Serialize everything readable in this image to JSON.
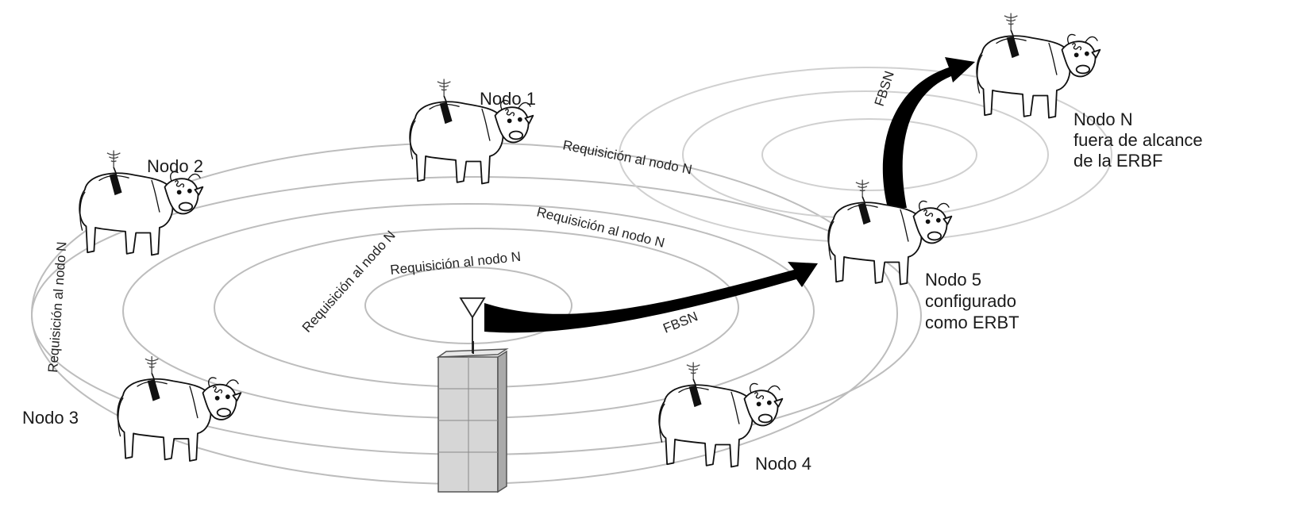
{
  "nodes": [
    {
      "id": "nodo-1",
      "label": "Nodo 1"
    },
    {
      "id": "nodo-2",
      "label": "Nodo 2"
    },
    {
      "id": "nodo-3",
      "label": "Nodo 3"
    },
    {
      "id": "nodo-4",
      "label": "Nodo 4"
    },
    {
      "id": "nodo-5",
      "label_lines": [
        "Nodo 5",
        "configurado",
        "como ERBT"
      ]
    },
    {
      "id": "nodo-n",
      "label_lines": [
        "Nodo N",
        "fuera de alcance",
        "de la ERBF"
      ]
    }
  ],
  "path_labels": {
    "req_inner": "Requisición al nodo N",
    "req_second": "Requisición al nodo N",
    "req_third": "Requisición al nodo N",
    "req_top": "Requisición al nodo N",
    "req_left": "Requisición al nodo N",
    "fbsn": "FBSN",
    "fbsn_up": "FBSN"
  },
  "icons": [
    "cow-icon",
    "antenna-icon",
    "base-tower-icon",
    "arrow-icon"
  ]
}
